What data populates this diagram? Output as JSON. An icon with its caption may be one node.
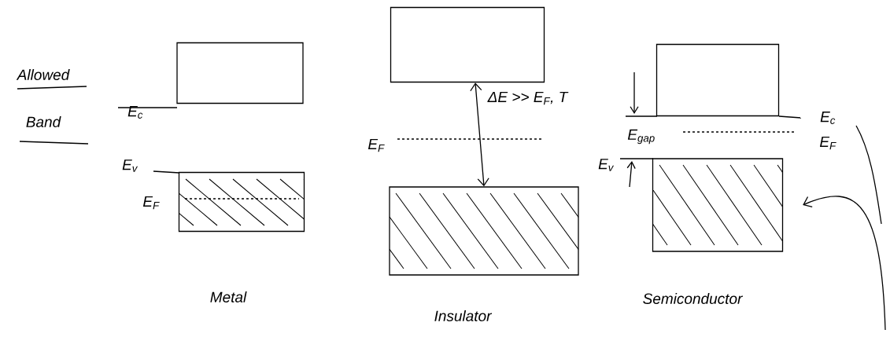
{
  "diagram": {
    "nodes": [
      {
        "text": [],
        "shape": "box"
      },
      {
        "text": [],
        "shape": "box"
      },
      {
        "text": [],
        "shape": "box"
      },
      {
        "text": [],
        "shape": "box"
      },
      {
        "text": [],
        "shape": "box"
      },
      {
        "text": [],
        "shape": "box"
      }
    ],
    "edges": [
      {
        "from": 2,
        "to": 3,
        "arrow": "both",
        "label": "ΔE >> E$_{F}$, T"
      },
      {
        "from": null,
        "to": 5,
        "arrow": "to"
      }
    ],
    "labels": [
      "Allowed",
      "Band",
      "E$_{c}$",
      "E$_{v}$",
      "E$_{F}$",
      "Metal",
      "E$_{F}$",
      "Insulator",
      "E$_{c}$",
      "E$_{gap}$",
      "E$_{F}$",
      "E$_{v}$",
      "Semiconductor"
    ]
  }
}
